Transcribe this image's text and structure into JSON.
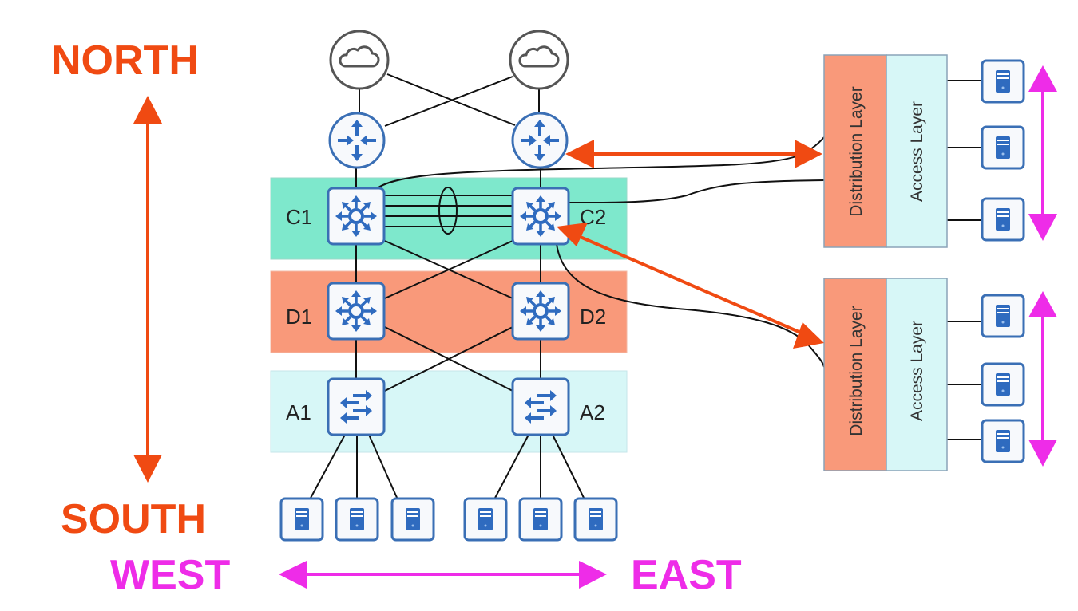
{
  "compass": {
    "north": "NORTH",
    "south": "SOUTH",
    "west": "WEST",
    "east": "EAST"
  },
  "colors": {
    "north_south": "#f04a12",
    "east_west": "#ee2ce8",
    "core_band": "#7ee8cc",
    "distribution_band": "#f9997a",
    "access_band": "#d7f7f7",
    "device_blue": "#2f6bbf"
  },
  "nodes": {
    "core": [
      "C1",
      "C2"
    ],
    "distribution": [
      "D1",
      "D2"
    ],
    "access": [
      "A1",
      "A2"
    ]
  },
  "devices": {
    "internet": [
      "internet-1",
      "internet-2"
    ],
    "routers": [
      "router-1",
      "router-2"
    ],
    "endpoints_a1": 3,
    "endpoints_a2": 3
  },
  "blocks": [
    {
      "distribution_label": "Distribution Layer",
      "access_label": "Access Layer",
      "endpoints": 3
    },
    {
      "distribution_label": "Distribution Layer",
      "access_label": "Access Layer",
      "endpoints": 3
    }
  ],
  "etherchannel": {
    "links": 4
  }
}
